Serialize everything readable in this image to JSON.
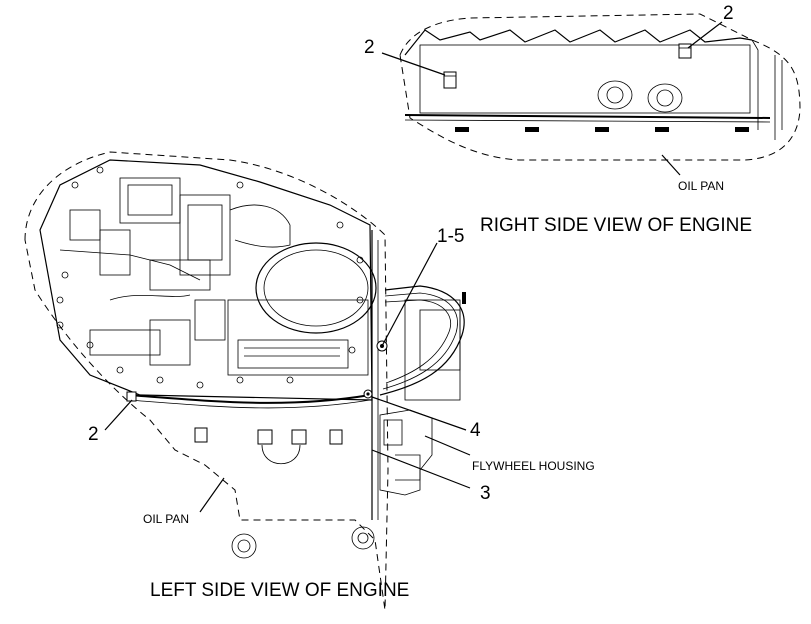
{
  "captions": {
    "right_view": "RIGHT SIDE VIEW OF ENGINE",
    "left_view": "LEFT SIDE VIEW OF ENGINE"
  },
  "callouts": {
    "right_top_2": "2",
    "right_left_2": "2",
    "left_2": "2",
    "range_1_5": "1-5",
    "num_4": "4",
    "num_3": "3"
  },
  "labels": {
    "oil_pan_right": "OIL PAN",
    "oil_pan_left": "OIL PAN",
    "flywheel_housing": "FLYWHEEL HOUSING"
  }
}
